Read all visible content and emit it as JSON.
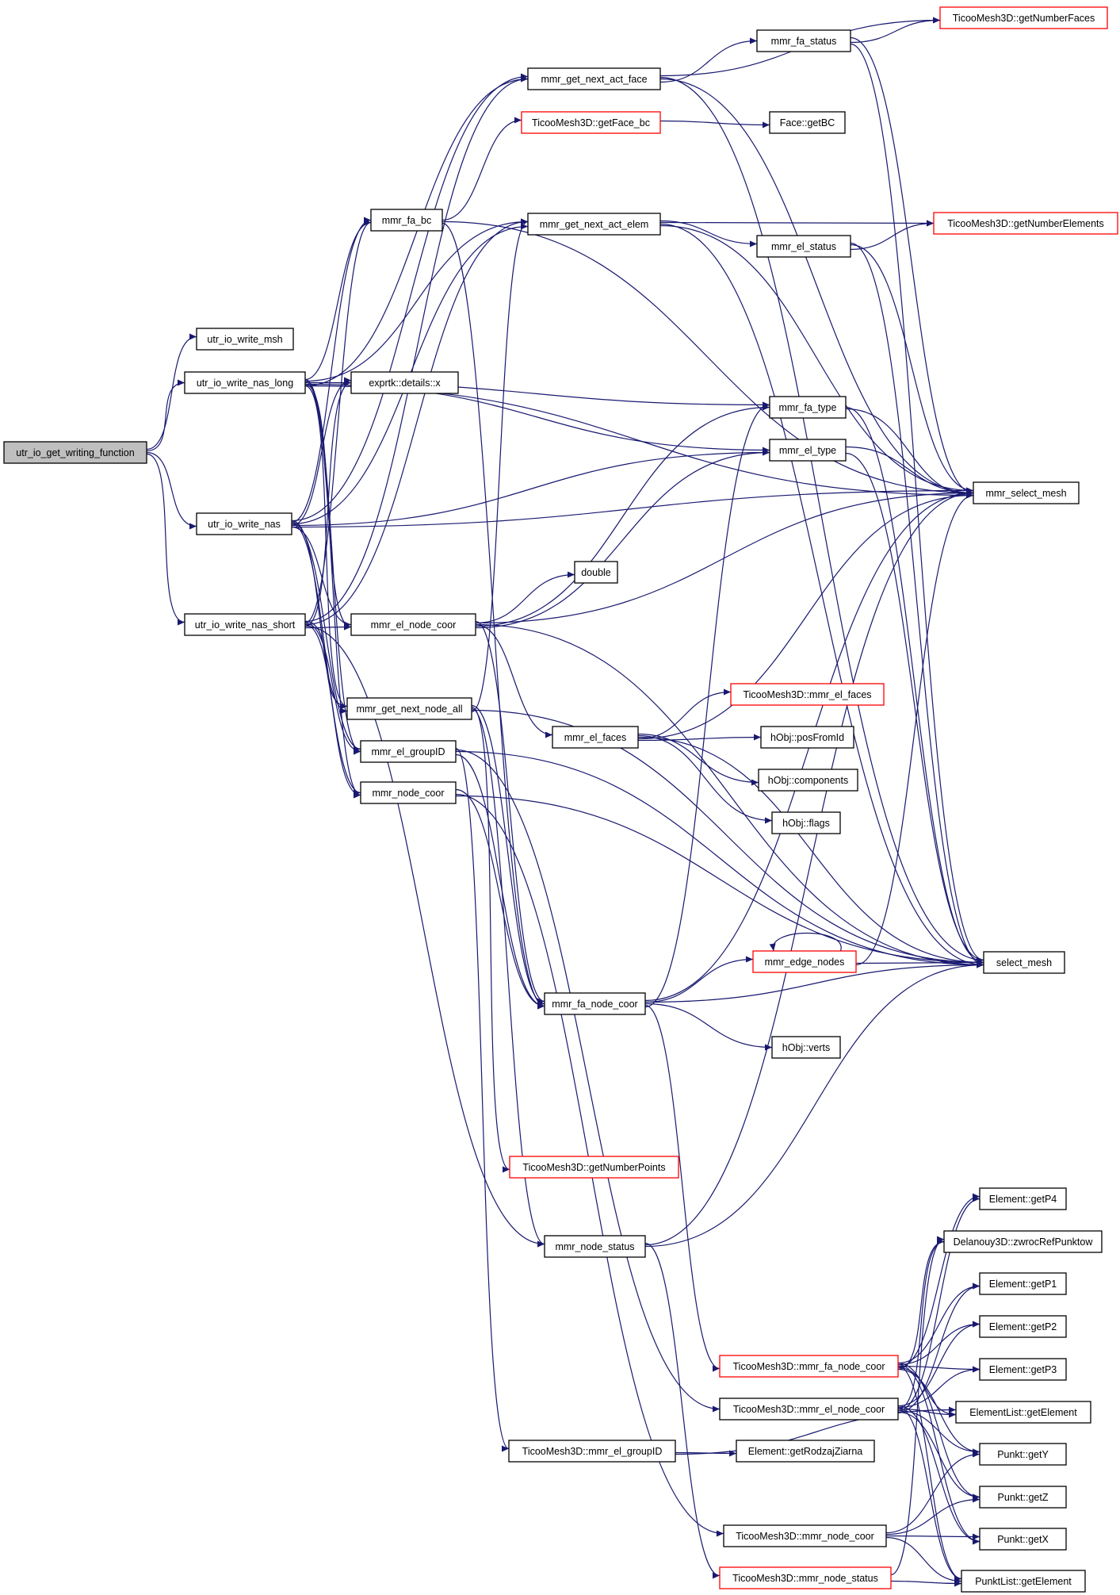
{
  "graph": {
    "colors": {
      "edge": "#191970",
      "root_fill": "#bfbfbf",
      "node_border": "#000000",
      "incomplete_border": "#ff0000"
    },
    "nodes": [
      {
        "id": "root",
        "label": "utr_io_get_writing_function",
        "style": "root"
      },
      {
        "id": "msh",
        "label": "utr_io_write_msh"
      },
      {
        "id": "naslong",
        "label": "utr_io_write_nas_long"
      },
      {
        "id": "nas",
        "label": "utr_io_write_nas"
      },
      {
        "id": "nasshort",
        "label": "utr_io_write_nas_short"
      },
      {
        "id": "nextface",
        "label": "mmr_get_next_act_face"
      },
      {
        "id": "gfbc",
        "label": "TicooMesh3D::getFace_bc",
        "style": "red"
      },
      {
        "id": "fabc",
        "label": "mmr_fa_bc"
      },
      {
        "id": "nextelem",
        "label": "mmr_get_next_act_elem"
      },
      {
        "id": "detx",
        "label": "exprtk::details::x"
      },
      {
        "id": "elnode",
        "label": "mmr_el_node_coor"
      },
      {
        "id": "nextnode",
        "label": "mmr_get_next_node_all"
      },
      {
        "id": "elgroup",
        "label": "mmr_el_groupID"
      },
      {
        "id": "nodecoor",
        "label": "mmr_node_coor"
      },
      {
        "id": "fastatus",
        "label": "mmr_fa_status"
      },
      {
        "id": "facegetbc",
        "label": "Face::getBC"
      },
      {
        "id": "elstatus",
        "label": "mmr_el_status"
      },
      {
        "id": "fatype",
        "label": "mmr_fa_type"
      },
      {
        "id": "eltype",
        "label": "mmr_el_type"
      },
      {
        "id": "double",
        "label": "double"
      },
      {
        "id": "elfaces",
        "label": "mmr_el_faces"
      },
      {
        "id": "t3elfaces",
        "label": "TicooMesh3D::mmr_el_faces",
        "style": "red"
      },
      {
        "id": "posfromid",
        "label": "hObj::posFromId"
      },
      {
        "id": "components",
        "label": "hObj::components"
      },
      {
        "id": "flags",
        "label": "hObj::flags"
      },
      {
        "id": "edgenodes",
        "label": "mmr_edge_nodes",
        "style": "red"
      },
      {
        "id": "fanode",
        "label": "mmr_fa_node_coor"
      },
      {
        "id": "verts",
        "label": "hObj::verts"
      },
      {
        "id": "numpoints",
        "label": "TicooMesh3D::getNumberPoints",
        "style": "red"
      },
      {
        "id": "nodestatus",
        "label": "mmr_node_status"
      },
      {
        "id": "t3fanode",
        "label": "TicooMesh3D::mmr_fa_node_coor",
        "style": "red"
      },
      {
        "id": "t3elnode",
        "label": "TicooMesh3D::mmr_el_node_coor"
      },
      {
        "id": "t3elgroup",
        "label": "TicooMesh3D::mmr_el_groupID"
      },
      {
        "id": "t3nodecoor",
        "label": "TicooMesh3D::mmr_node_coor"
      },
      {
        "id": "t3nodestatus",
        "label": "TicooMesh3D::mmr_node_status",
        "style": "red"
      },
      {
        "id": "numfaces",
        "label": "TicooMesh3D::getNumberFaces",
        "style": "red"
      },
      {
        "id": "numelems",
        "label": "TicooMesh3D::getNumberElements",
        "style": "red"
      },
      {
        "id": "mselect",
        "label": "mmr_select_mesh"
      },
      {
        "id": "select",
        "label": "select_mesh"
      },
      {
        "id": "getp4",
        "label": "Element::getP4"
      },
      {
        "id": "zwroc",
        "label": "Delanouy3D::zwrocRefPunktow"
      },
      {
        "id": "getp1",
        "label": "Element::getP1"
      },
      {
        "id": "getp2",
        "label": "Element::getP2"
      },
      {
        "id": "getp3",
        "label": "Element::getP3"
      },
      {
        "id": "elistget",
        "label": "ElementList::getElement"
      },
      {
        "id": "pgety",
        "label": "Punkt::getY"
      },
      {
        "id": "pgetz",
        "label": "Punkt::getZ"
      },
      {
        "id": "pgetx",
        "label": "Punkt::getX"
      },
      {
        "id": "plistget",
        "label": "PunktList::getElement"
      },
      {
        "id": "rodzaj",
        "label": "Element::getRodzajZiarna"
      }
    ],
    "edges": [
      [
        "root",
        "msh"
      ],
      [
        "root",
        "naslong"
      ],
      [
        "root",
        "nas"
      ],
      [
        "root",
        "nasshort"
      ],
      [
        "naslong",
        "nextface"
      ],
      [
        "naslong",
        "fabc"
      ],
      [
        "naslong",
        "nextelem"
      ],
      [
        "naslong",
        "detx"
      ],
      [
        "naslong",
        "elnode"
      ],
      [
        "naslong",
        "nextnode"
      ],
      [
        "naslong",
        "elgroup"
      ],
      [
        "naslong",
        "nodecoor"
      ],
      [
        "naslong",
        "fatype"
      ],
      [
        "naslong",
        "eltype"
      ],
      [
        "naslong",
        "mselect"
      ],
      [
        "nas",
        "nextface"
      ],
      [
        "nas",
        "fabc"
      ],
      [
        "nas",
        "nextelem"
      ],
      [
        "nas",
        "detx"
      ],
      [
        "nas",
        "elnode"
      ],
      [
        "nas",
        "nextnode"
      ],
      [
        "nas",
        "elgroup"
      ],
      [
        "nas",
        "nodecoor"
      ],
      [
        "nas",
        "eltype"
      ],
      [
        "nas",
        "mselect"
      ],
      [
        "nasshort",
        "nextface"
      ],
      [
        "nasshort",
        "fabc"
      ],
      [
        "nasshort",
        "nextelem"
      ],
      [
        "nasshort",
        "detx"
      ],
      [
        "nasshort",
        "elnode"
      ],
      [
        "nasshort",
        "nextnode"
      ],
      [
        "nasshort",
        "elgroup"
      ],
      [
        "nasshort",
        "nodecoor"
      ],
      [
        "nasshort",
        "nodestatus"
      ],
      [
        "nextface",
        "fastatus"
      ],
      [
        "nextface",
        "numfaces"
      ],
      [
        "nextface",
        "select"
      ],
      [
        "nextface",
        "mselect"
      ],
      [
        "fastatus",
        "numfaces"
      ],
      [
        "fastatus",
        "select"
      ],
      [
        "fastatus",
        "mselect"
      ],
      [
        "gfbc",
        "facegetbc"
      ],
      [
        "fabc",
        "gfbc"
      ],
      [
        "fabc",
        "mselect"
      ],
      [
        "fabc",
        "fanode"
      ],
      [
        "nextelem",
        "elstatus"
      ],
      [
        "nextelem",
        "numelems"
      ],
      [
        "nextelem",
        "select"
      ],
      [
        "nextelem",
        "mselect"
      ],
      [
        "elstatus",
        "numelems"
      ],
      [
        "elstatus",
        "select"
      ],
      [
        "elstatus",
        "mselect"
      ],
      [
        "fatype",
        "select"
      ],
      [
        "fatype",
        "mselect"
      ],
      [
        "eltype",
        "select"
      ],
      [
        "eltype",
        "mselect"
      ],
      [
        "elnode",
        "double"
      ],
      [
        "elnode",
        "elfaces"
      ],
      [
        "elnode",
        "fatype"
      ],
      [
        "elnode",
        "eltype"
      ],
      [
        "elnode",
        "fanode"
      ],
      [
        "elnode",
        "mselect"
      ],
      [
        "elnode",
        "select"
      ],
      [
        "elfaces",
        "t3elfaces"
      ],
      [
        "elfaces",
        "posfromid"
      ],
      [
        "elfaces",
        "components"
      ],
      [
        "elfaces",
        "flags"
      ],
      [
        "elfaces",
        "select"
      ],
      [
        "elfaces",
        "mselect"
      ],
      [
        "nextnode",
        "nextelem"
      ],
      [
        "nextnode",
        "fanode"
      ],
      [
        "nextnode",
        "numpoints"
      ],
      [
        "nextnode",
        "nodestatus"
      ],
      [
        "nextnode",
        "select"
      ],
      [
        "elgroup",
        "fanode"
      ],
      [
        "elgroup",
        "t3elgroup"
      ],
      [
        "elgroup",
        "t3elnode"
      ],
      [
        "elgroup",
        "select"
      ],
      [
        "nodecoor",
        "t3nodecoor"
      ],
      [
        "nodecoor",
        "select"
      ],
      [
        "nodecoor",
        "fanode"
      ],
      [
        "fanode",
        "edgenodes"
      ],
      [
        "fanode",
        "verts"
      ],
      [
        "fanode",
        "t3fanode"
      ],
      [
        "fanode",
        "fatype"
      ],
      [
        "fanode",
        "mselect"
      ],
      [
        "fanode",
        "select"
      ],
      [
        "edgenodes",
        "edgenodes"
      ],
      [
        "edgenodes",
        "select"
      ],
      [
        "edgenodes",
        "mselect"
      ],
      [
        "nodestatus",
        "t3nodestatus"
      ],
      [
        "nodestatus",
        "mselect"
      ],
      [
        "nodestatus",
        "select"
      ],
      [
        "t3fanode",
        "getp4"
      ],
      [
        "t3fanode",
        "zwroc"
      ],
      [
        "t3fanode",
        "getp1"
      ],
      [
        "t3fanode",
        "getp2"
      ],
      [
        "t3fanode",
        "getp3"
      ],
      [
        "t3fanode",
        "elistget"
      ],
      [
        "t3fanode",
        "pgety"
      ],
      [
        "t3fanode",
        "pgetz"
      ],
      [
        "t3fanode",
        "pgetx"
      ],
      [
        "t3fanode",
        "plistget"
      ],
      [
        "t3elnode",
        "getp4"
      ],
      [
        "t3elnode",
        "getp1"
      ],
      [
        "t3elnode",
        "getp2"
      ],
      [
        "t3elnode",
        "getp3"
      ],
      [
        "t3elnode",
        "elistget"
      ],
      [
        "t3elnode",
        "pgety"
      ],
      [
        "t3elnode",
        "pgetz"
      ],
      [
        "t3elnode",
        "pgetx"
      ],
      [
        "t3elnode",
        "plistget"
      ],
      [
        "t3elnode",
        "zwroc"
      ],
      [
        "t3elgroup",
        "rodzaj"
      ],
      [
        "t3elgroup",
        "elistget"
      ],
      [
        "t3nodecoor",
        "pgety"
      ],
      [
        "t3nodecoor",
        "pgetz"
      ],
      [
        "t3nodecoor",
        "pgetx"
      ],
      [
        "t3nodecoor",
        "plistget"
      ],
      [
        "t3nodestatus",
        "plistget"
      ],
      [
        "t3nodestatus",
        "zwroc"
      ]
    ]
  }
}
